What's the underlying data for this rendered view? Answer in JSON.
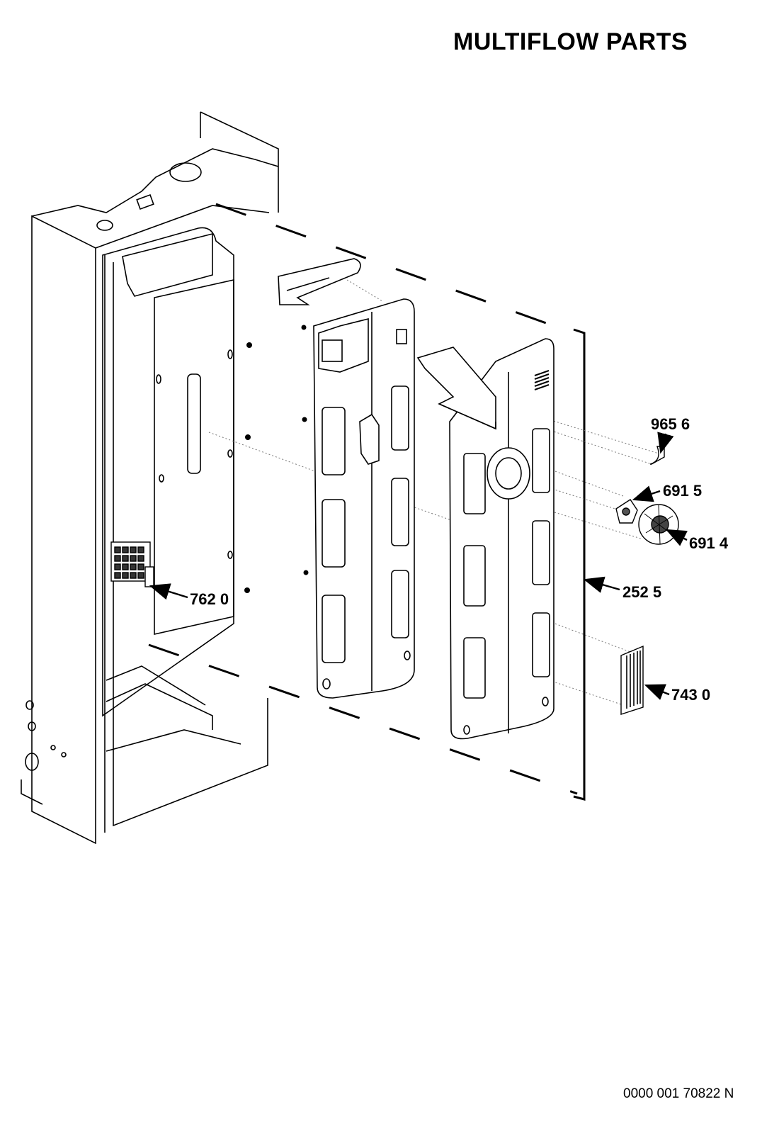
{
  "title": "MULTIFLOW PARTS",
  "document_number": "0000 001 70822 N",
  "parts": [
    {
      "id": "part-9656",
      "label": "965 6"
    },
    {
      "id": "part-6915",
      "label": "691 5"
    },
    {
      "id": "part-6914",
      "label": "691 4"
    },
    {
      "id": "part-2525",
      "label": "252 5"
    },
    {
      "id": "part-7620",
      "label": "762 0"
    },
    {
      "id": "part-7430",
      "label": "743 0"
    }
  ]
}
